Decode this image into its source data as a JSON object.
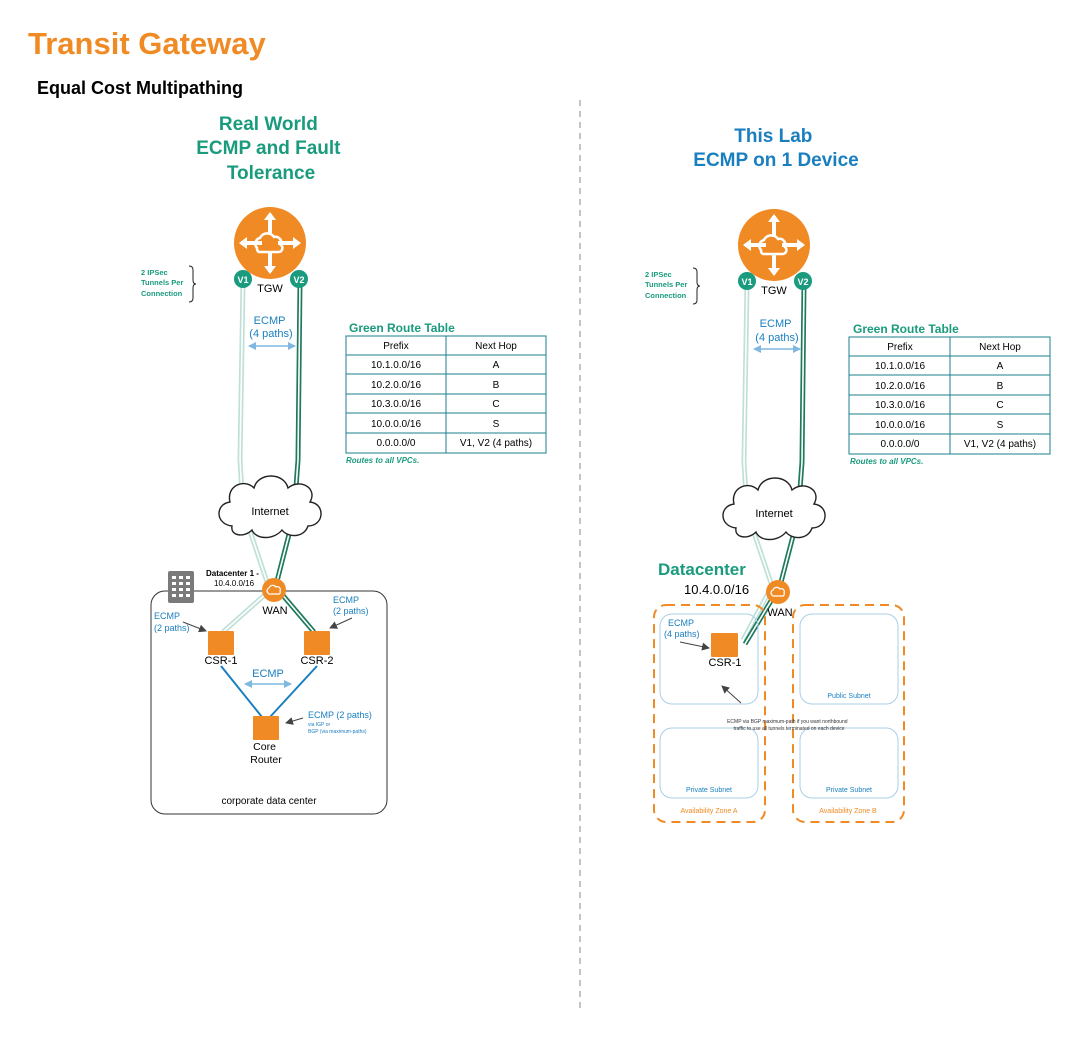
{
  "title": "Transit Gateway",
  "subtitle": "Equal Cost Multipathing",
  "colors": {
    "orange": "#f08a24",
    "teal": "#1a9b7e",
    "blue": "#1a7fbf",
    "dark_green": "#1e7a5e",
    "light_teal": "#bfe0d8",
    "arrow_blue": "#7fb8e0"
  },
  "left": {
    "heading": [
      "Real World",
      "ECMP and Fault",
      "Tolerance"
    ],
    "tunnels_note": [
      "2 IPSec",
      "Tunnels Per",
      "Connection"
    ],
    "tgw_label": "TGW",
    "v1": "V1",
    "v2": "V2",
    "ecmp_top": [
      "ECMP",
      "(4 paths)"
    ],
    "internet": "Internet",
    "dc_label": [
      "Datacenter 1 -",
      "10.4.0.0/16"
    ],
    "wan": "WAN",
    "ecmp_csr1": [
      "ECMP",
      "(2 paths)"
    ],
    "ecmp_csr2": [
      "ECMP",
      "(2 paths)"
    ],
    "csr1": "CSR-1",
    "csr2": "CSR-2",
    "ecmp_mid": "ECMP",
    "ecmp_core": "ECMP (2 paths)",
    "ecmp_core_note": [
      "via IGP or",
      "BGP (via maximum-paths)"
    ],
    "core_router": [
      "Core",
      "Router"
    ],
    "dc_caption": "corporate data center",
    "route_table": {
      "title": "Green Route Table",
      "headers": [
        "Prefix",
        "Next Hop"
      ],
      "rows": [
        [
          "10.1.0.0/16",
          "A"
        ],
        [
          "10.2.0.0/16",
          "B"
        ],
        [
          "10.3.0.0/16",
          "C"
        ],
        [
          "10.0.0.0/16",
          "S"
        ],
        [
          "0.0.0.0/0",
          "V1, V2 (4 paths)"
        ]
      ],
      "note": "Routes to all VPCs."
    }
  },
  "right": {
    "heading": [
      "This Lab",
      "ECMP on 1 Device"
    ],
    "tunnels_note": [
      "2 IPSec",
      "Tunnels Per",
      "Connection"
    ],
    "tgw_label": "TGW",
    "v1": "V1",
    "v2": "V2",
    "ecmp_top": [
      "ECMP",
      "(4 paths)"
    ],
    "internet": "Internet",
    "dc_title": "Datacenter",
    "dc_cidr": "10.4.0.0/16",
    "wan": "WAN",
    "ecmp_csr1": [
      "ECMP",
      "(4 paths)"
    ],
    "csr1": "CSR-1",
    "ecmp_note": [
      "ECMP via BGP maximum-path if you want northbound",
      "traffic to use all tunnels terminated on each device"
    ],
    "public_subnet": "Public Subnet",
    "private_subnet_a": "Private Subnet",
    "private_subnet_b": "Private Subnet",
    "az_a": "Availability Zone A",
    "az_b": "Availability Zone B",
    "route_table": {
      "title": "Green Route Table",
      "headers": [
        "Prefix",
        "Next Hop"
      ],
      "rows": [
        [
          "10.1.0.0/16",
          "A"
        ],
        [
          "10.2.0.0/16",
          "B"
        ],
        [
          "10.3.0.0/16",
          "C"
        ],
        [
          "10.0.0.0/16",
          "S"
        ],
        [
          "0.0.0.0/0",
          "V1, V2 (4 paths)"
        ]
      ],
      "note": "Routes to all VPCs."
    }
  }
}
